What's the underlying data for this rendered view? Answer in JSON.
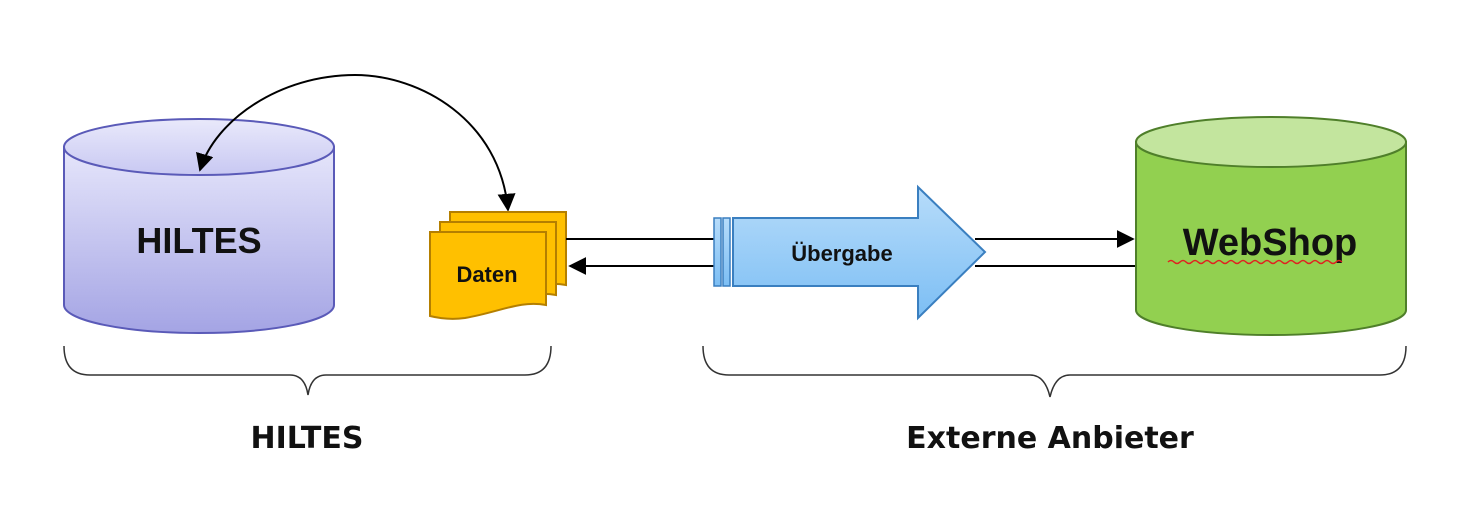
{
  "nodes": {
    "hiltes_db": {
      "label": "HILTES",
      "color": "#b4b4ee"
    },
    "daten": {
      "label": "Daten",
      "color": "#ffc000"
    },
    "uebergabe": {
      "label": "Übergabe",
      "color": "#8ec8f7"
    },
    "webshop_db": {
      "label": "WebShop",
      "color": "#92d050"
    }
  },
  "groups": {
    "left": {
      "label": "HILTES"
    },
    "right": {
      "label": "Externe Anbieter"
    }
  }
}
